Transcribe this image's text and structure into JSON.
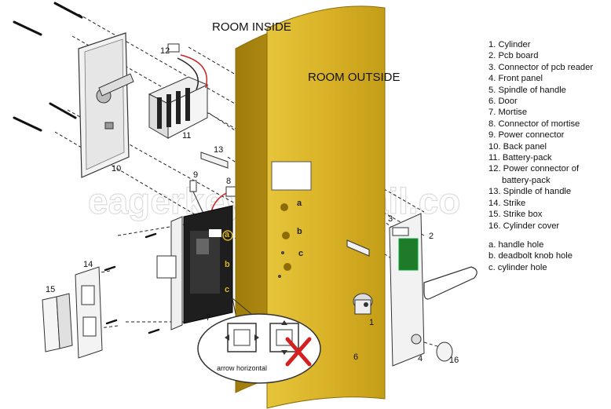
{
  "labels": {
    "room_inside": "ROOM INSIDE",
    "room_outside": "ROOM OUTSIDE",
    "arrow_note": "arrow horizontal",
    "watermark": "eagerkey@hotmail.co"
  },
  "callouts": {
    "n1": "1",
    "n2": "2",
    "n3": "3",
    "n4": "4",
    "n6": "6",
    "n7": "7",
    "n8": "8",
    "n9": "9",
    "n10": "10",
    "n11": "11",
    "n12": "12",
    "n13": "13",
    "n14": "14",
    "n15": "15",
    "n16": "16",
    "a": "a",
    "b": "b",
    "c": "c",
    "a2": "a",
    "b2": "b",
    "c2": "c"
  },
  "legend": {
    "parts": [
      "1. Cylinder",
      "2. Pcb board",
      "3. Connector of pcb reader",
      "4. Front panel",
      "5. Spindle of handle",
      "6. Door",
      "7. Mortise",
      "8. Connector of mortise",
      "9. Power connector",
      "10. Back panel",
      "11. Battery-pack",
      "12. Power connector of",
      "battery-pack",
      "13. Spindle of handle",
      "14. Strike",
      "15. Strike box",
      "16. Cylinder cover"
    ],
    "holes": [
      "a. handle hole",
      "b. deadbolt knob hole",
      "c. cylinder hole"
    ]
  },
  "colors": {
    "door_face": "#d9b227",
    "door_edge": "#b48d12",
    "mortise_case": "#1e1e1e",
    "wrong_mark": "#d42020"
  }
}
